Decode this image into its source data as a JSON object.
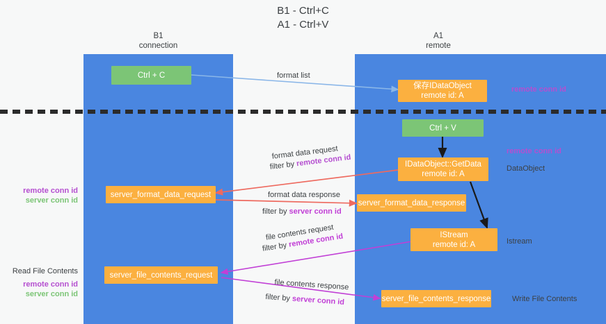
{
  "title": "B1 - Ctrl+C\nA1 - Ctrl+V",
  "columns": {
    "left": "B1\nconnection",
    "right": "A1\nremote"
  },
  "nodes": {
    "ctrl_c": "Ctrl + C",
    "save_idataobject": "保存IDataObject\nremote id: A",
    "ctrl_v": "Ctrl + V",
    "getdata": "IDataObject::GetData\nremote id: A",
    "server_format_data_request": "server_format_data_request",
    "server_format_data_response": "server_format_data_response",
    "istream": "IStream\nremote id: A",
    "server_file_contents_request": "server_file_contents_request",
    "server_file_contents_response": "server_file_contents_response"
  },
  "edge_labels": {
    "format_list": "format list",
    "format_data_request": "format data request",
    "format_data_request_filter_prefix": "filter by ",
    "format_data_request_filter_key": "remote conn id",
    "format_data_response": "format data response",
    "format_data_response_filter_prefix": "filter by ",
    "format_data_response_filter_key": "server conn id",
    "file_contents_request": "file contents request",
    "file_contents_request_filter_prefix": "filter by ",
    "file_contents_request_filter_key": "remote conn id",
    "file_contents_response": "file contents response",
    "file_contents_response_filter_prefix": "filter by ",
    "file_contents_response_filter_key": "server conn id"
  },
  "right_labels": {
    "remote_conn_id_top": "remote conn id",
    "remote_conn_id_mid": "remote conn id",
    "dataobject": "DataObject",
    "istream": "Istream",
    "write_file_contents": "Write File Contents"
  },
  "left_labels": {
    "remote_conn_id": "remote conn id",
    "server_conn_id": "server conn id",
    "read_file_contents": "Read File Contents",
    "remote_conn_id_2": "remote conn id",
    "server_conn_id_2": "server conn id"
  },
  "colors": {
    "lane": "#4a86e0",
    "green_node": "#7cc576",
    "orange_node": "#fbb040",
    "purple_text": "#b54fd0",
    "green_text": "#7cc576",
    "arrow_blue": "#8ab6e8",
    "arrow_red": "#ee6a5f",
    "arrow_magenta": "#c13fd6",
    "arrow_black": "#1a1a1a",
    "background": "#f7f8f8"
  }
}
